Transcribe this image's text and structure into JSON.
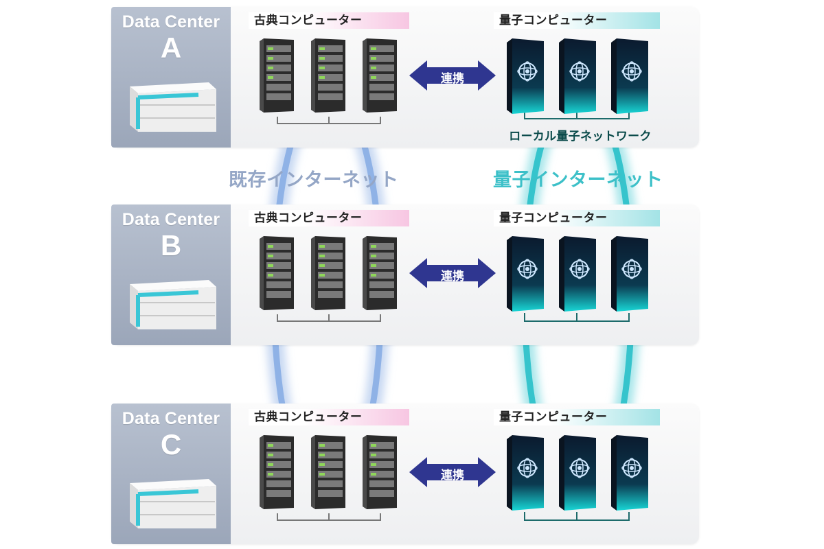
{
  "data_centers": [
    {
      "title": "Data Center",
      "letter": "A",
      "classic_label": "古典コンピューター",
      "quantum_label": "量子コンピューター",
      "link_label": "連携",
      "local_network_label": "ローカル量子ネットワーク"
    },
    {
      "title": "Data Center",
      "letter": "B",
      "classic_label": "古典コンピューター",
      "quantum_label": "量子コンピューター",
      "link_label": "連携"
    },
    {
      "title": "Data Center",
      "letter": "C",
      "classic_label": "古典コンピューター",
      "quantum_label": "量子コンピューター",
      "link_label": "連携"
    }
  ],
  "networks": {
    "classical_label": "既存インターネット",
    "quantum_label": "量子インターネット"
  },
  "colors": {
    "classical_ring": "#8fb2e6",
    "quantum_ring": "#36c4cc",
    "link_arrow": "#2f3690",
    "quantum_glow": "#18d6d6"
  }
}
